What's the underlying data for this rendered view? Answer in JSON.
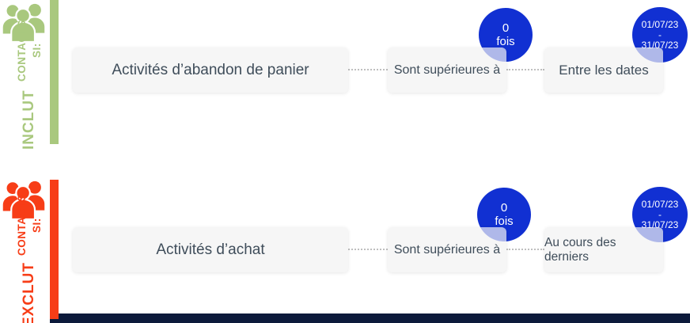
{
  "colors": {
    "include_green": "#a9c87e",
    "exclude_red": "#f73d17",
    "badge_blue": "#1130d2",
    "chip_background": "#f2f2f2",
    "chip_text": "#3f4d5a",
    "connector_gray": "#bfbfbf",
    "footer_navy": "#0c1a3b"
  },
  "sections": [
    {
      "id": "include",
      "label_line1": "INCLUT",
      "label_line2": "CONTACTS SI:",
      "nodes": [
        {
          "label": "Activités d’abandon de panier"
        },
        {
          "label": "Sont supérieures à",
          "badge": {
            "lines": [
              "0",
              "fois"
            ]
          }
        },
        {
          "label": "Entre les dates",
          "badge": {
            "lines": [
              "01/07/23",
              "-",
              "31/07/23"
            ]
          }
        }
      ]
    },
    {
      "id": "exclude",
      "label_line1": "EXCLUT",
      "label_line2": "CONTACTS SI:",
      "nodes": [
        {
          "label": "Activités d’achat"
        },
        {
          "label": "Sont supérieures à",
          "badge": {
            "lines": [
              "0",
              "fois"
            ]
          }
        },
        {
          "label": "Au cours des derniers",
          "badge": {
            "lines": [
              "01/07/23",
              "-",
              "31/07/23"
            ]
          }
        }
      ]
    }
  ]
}
